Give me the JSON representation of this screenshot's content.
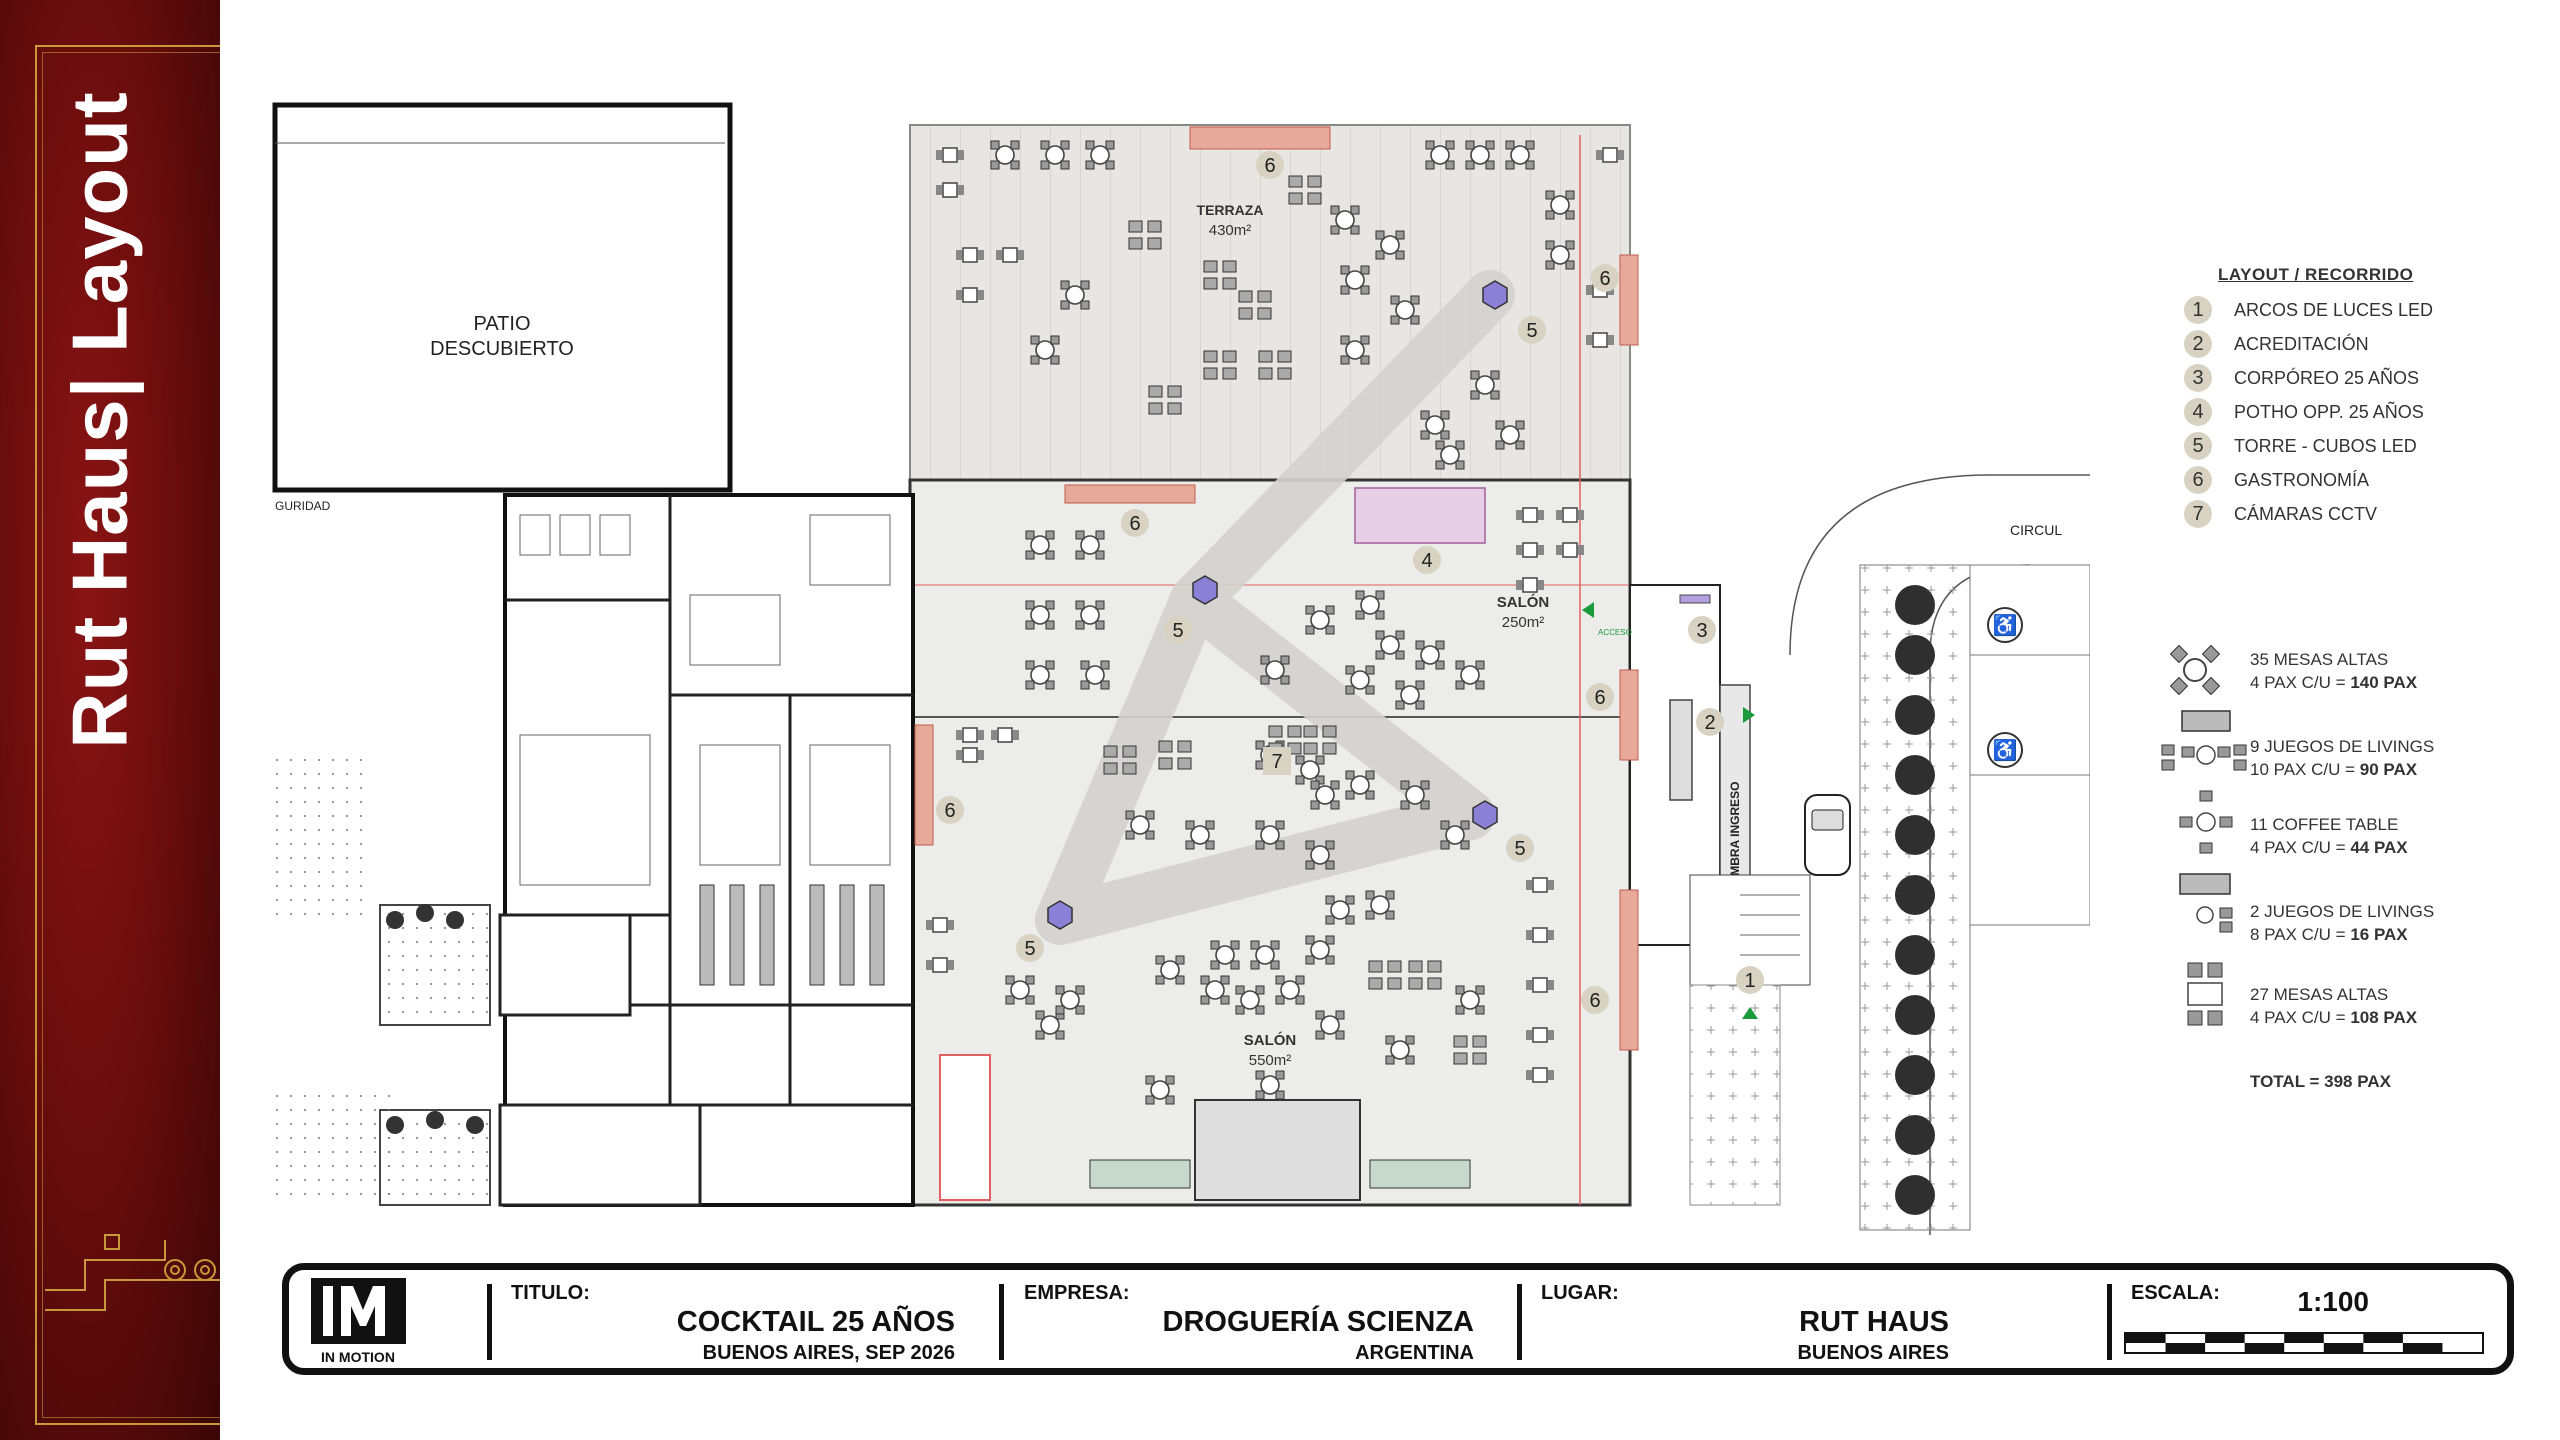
{
  "sidebar": {
    "title": "Rut Haus| Layout"
  },
  "plan": {
    "patio": [
      "PATIO",
      "DESCUBIERTO"
    ],
    "terraza": {
      "name": "TERRAZA",
      "area": "430m²"
    },
    "salon_small": {
      "name": "SALÓN",
      "area": "250m²"
    },
    "salon_large": {
      "name": "SALÓN",
      "area": "550m²"
    },
    "street_labels": {
      "seguridad": "GURIDAD",
      "circul": "CIRCUL",
      "alfombra": "ALFOMBRA INGRESO",
      "acceso": "ACCESO"
    },
    "markers": [
      {
        "n": "6"
      },
      {
        "n": "6"
      },
      {
        "n": "5"
      },
      {
        "n": "6"
      },
      {
        "n": "4"
      },
      {
        "n": "5"
      },
      {
        "n": "3"
      },
      {
        "n": "6"
      },
      {
        "n": "2"
      },
      {
        "n": "7"
      },
      {
        "n": "6"
      },
      {
        "n": "5"
      },
      {
        "n": "5"
      },
      {
        "n": "6"
      },
      {
        "n": "1"
      }
    ]
  },
  "legend": {
    "title": "LAYOUT / RECORRIDO",
    "items": [
      {
        "num": "1",
        "label": "ARCOS DE LUCES LED"
      },
      {
        "num": "2",
        "label": "ACREDITACIÓN"
      },
      {
        "num": "3",
        "label": "CORPÓREO 25 AÑOS"
      },
      {
        "num": "4",
        "label": "POTHO OPP. 25 AÑOS"
      },
      {
        "num": "5",
        "label": "TORRE - CUBOS LED"
      },
      {
        "num": "6",
        "label": "GASTRONOMÍA"
      },
      {
        "num": "7",
        "label": "CÁMARAS CCTV"
      }
    ]
  },
  "capacity": [
    {
      "line1": "35 MESAS ALTAS",
      "line2_pre": "4 PAX C/U = ",
      "line2_bold": "140 PAX",
      "icon": "high-table-icon"
    },
    {
      "line1": "9 JUEGOS DE LIVINGS",
      "line2_pre": "10 PAX C/U = ",
      "line2_bold": "90 PAX",
      "icon": "living-set-icon"
    },
    {
      "line1": "11 COFFEE TABLE",
      "line2_pre": "4 PAX C/U = ",
      "line2_bold": "44 PAX",
      "icon": "coffee-table-icon"
    },
    {
      "line1": "2 JUEGOS DE LIVINGS",
      "line2_pre": "8 PAX C/U = ",
      "line2_bold": "16 PAX",
      "icon": "small-living-icon"
    },
    {
      "line1": "27 MESAS ALTAS",
      "line2_pre": "4 PAX C/U = ",
      "line2_bold": "108 PAX",
      "icon": "square-table-icon"
    }
  ],
  "total": "TOTAL = 398 PAX",
  "titleblock": {
    "logo_text": "IN MOTION",
    "titulo_label": "TITULO:",
    "titulo": "COCKTAIL 25 AÑOS",
    "titulo_sub": "BUENOS AIRES, SEP 2026",
    "empresa_label": "EMPRESA:",
    "empresa": "DROGUERÍA SCIENZA",
    "empresa_sub": "ARGENTINA",
    "lugar_label": "LUGAR:",
    "lugar": "RUT HAUS",
    "lugar_sub": "BUENOS AIRES",
    "escala_label": "ESCALA:",
    "escala": "1:100"
  }
}
